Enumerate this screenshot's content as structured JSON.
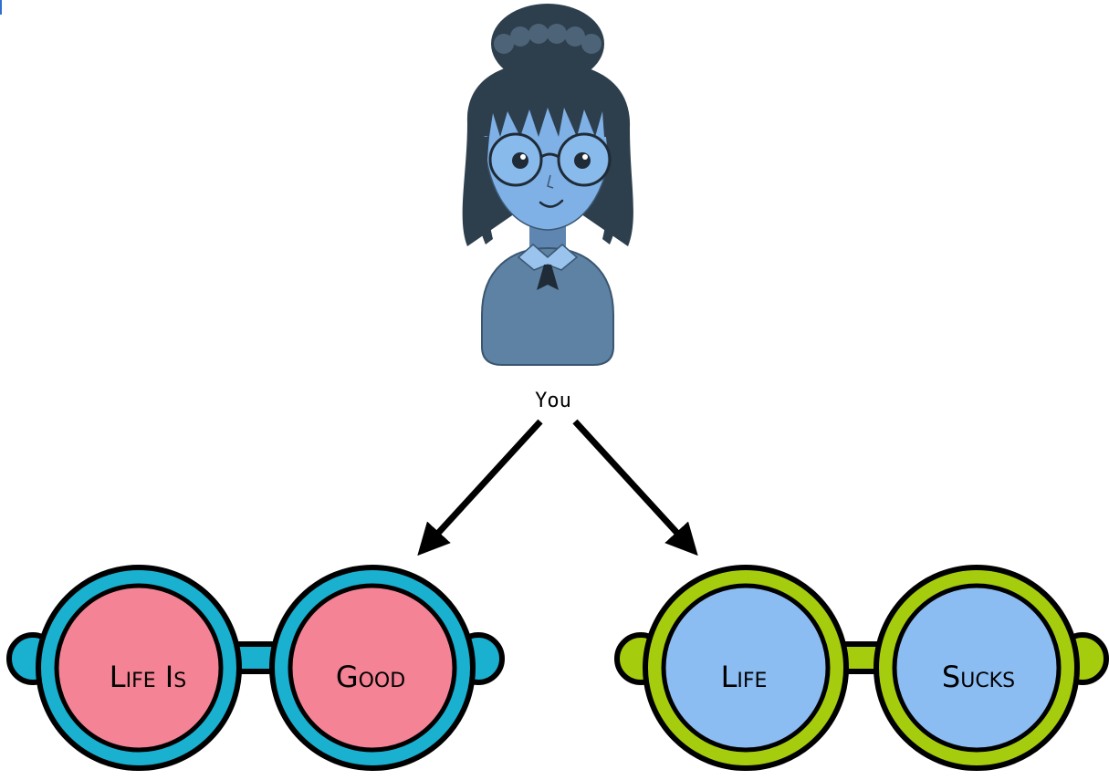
{
  "person": {
    "label": "You"
  },
  "glasses": [
    {
      "left_lens_text": "Life Is",
      "right_lens_text": "Good",
      "frame_color": "#1ab0d0",
      "lens_color": "#f48396"
    },
    {
      "left_lens_text": "Life",
      "right_lens_text": "Sucks",
      "frame_color": "#a6cc0e",
      "lens_color": "#8bbcf2"
    }
  ],
  "colors": {
    "skin": "#7fb1e6",
    "hair": "#2d3e4d",
    "shirt": "#5e82a3",
    "arrow": "#000000",
    "corner_mark": "#2f6fd0"
  }
}
